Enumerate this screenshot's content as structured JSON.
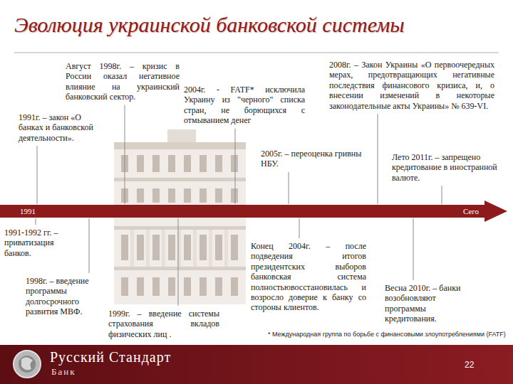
{
  "diagram": {
    "title": "Эволюция украинской банковской системы",
    "nodes": [
      {
        "text": [
          "1991",
          "Сего"
        ]
      },
      {
        "text": [
          "Русский Стандарт",
          "Банк",
          "22"
        ]
      }
    ],
    "labels": [
      "Август 1998г. – кризис в России оказал негативное влияние на украинский банковский сектор.",
      "1991г. – закон «О банках и банковской деятельности».",
      "2004г. - FATF* исключила Украину из \"черного\" списка стран, не борющихся с отмыванием денег",
      "2008г. – Закон Украины «О первоочередных мерах, предотвращающих негативные последствия финансового кризиса, и, о внесении изменений в некоторые законодательные акты Украины» № 639-VI.",
      "2005г. – переоценка гривны НБУ.",
      "Лето 2011г. – запрещено кредитование в иностранной валюте.",
      "1991-1992 гг. – приватизация банков.",
      "1998г. – введение программы долгосрочного развития МВФ.",
      "1999г. – введение системы страхования вкладов физических лиц .",
      "Конец 2004г. – после подведения итогов президентских выборов банковская система полностьювосстановилась и возросло доверие к банку со стороны клиентов.",
      "Весна 2010г. – банки возобновляют программы кредитования.",
      "* Международная группа по борьбе с финансовыми злоупотреблениями (FATF)"
    ]
  }
}
